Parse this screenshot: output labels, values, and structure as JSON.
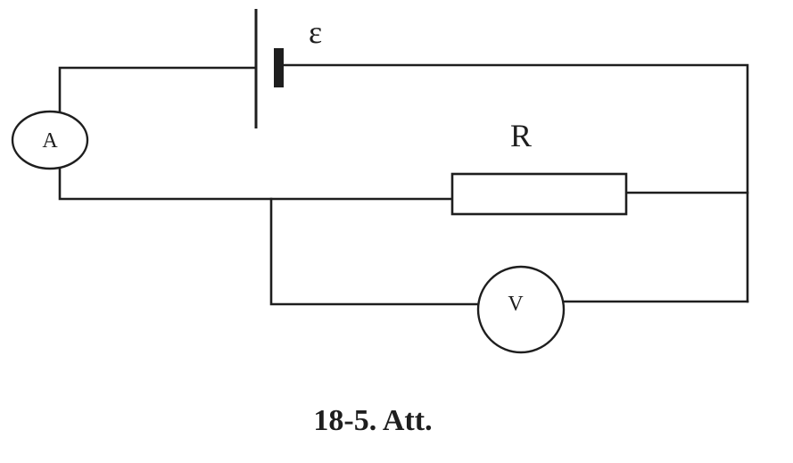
{
  "diagram": {
    "emf_label": "ε",
    "resistor_label": "R",
    "ammeter_label": "A",
    "voltmeter_label": "V",
    "caption": "18-5. Att."
  }
}
